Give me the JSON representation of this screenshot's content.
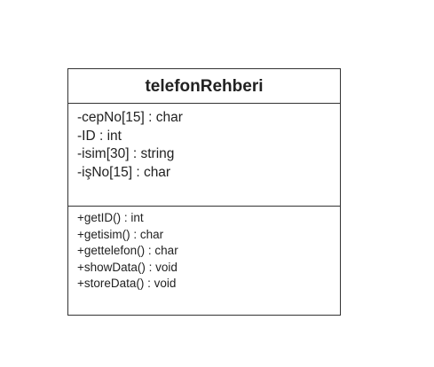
{
  "class": {
    "name": "telefonRehberi",
    "attributes": [
      "-cepNo[15] : char",
      "-ID : int",
      "-isim[30] : string",
      "-işNo[15] : char"
    ],
    "operations": [
      "+getID() : int",
      "+getisim() : char",
      "+gettelefon() : char",
      "+showData() : void",
      "+storeData() : void"
    ]
  }
}
